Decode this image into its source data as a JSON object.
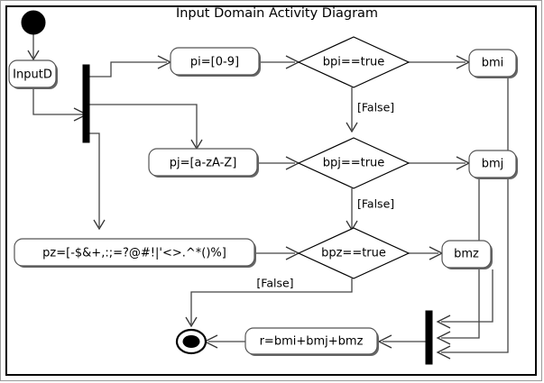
{
  "diagram": {
    "title": "Input Domain Activity Diagram",
    "type": "uml-activity-diagram",
    "nodes": {
      "initial": {
        "name": "initial-node",
        "label": ""
      },
      "input": {
        "label": "InputD"
      },
      "fork": {
        "label": ""
      },
      "action_pi": {
        "label": "pi=[0-9]"
      },
      "action_pj": {
        "label": "pj=[a-zA-Z]"
      },
      "action_pz": {
        "label": "pz=[-$&+,:;=?@#!|'<>.^*()%]"
      },
      "decision_bpi": {
        "label": "bpi==true"
      },
      "decision_bpj": {
        "label": "bpj==true"
      },
      "decision_bpz": {
        "label": "bpz==true"
      },
      "action_bmi": {
        "label": "bmi"
      },
      "action_bmj": {
        "label": "bmj"
      },
      "action_bmz": {
        "label": "bmz"
      },
      "join": {
        "label": ""
      },
      "action_result": {
        "label": "r=bmi+bmj+bmz"
      },
      "final": {
        "name": "final-node",
        "label": ""
      }
    },
    "guards": {
      "bpi_false": "[False]",
      "bpj_false": "[False]",
      "bpz_false": "[False]"
    },
    "colors": {
      "background": "#ffffff",
      "stroke": "#000000",
      "edge": "#444444",
      "node_border": "#555555",
      "frame": "#9a9a9a"
    }
  }
}
